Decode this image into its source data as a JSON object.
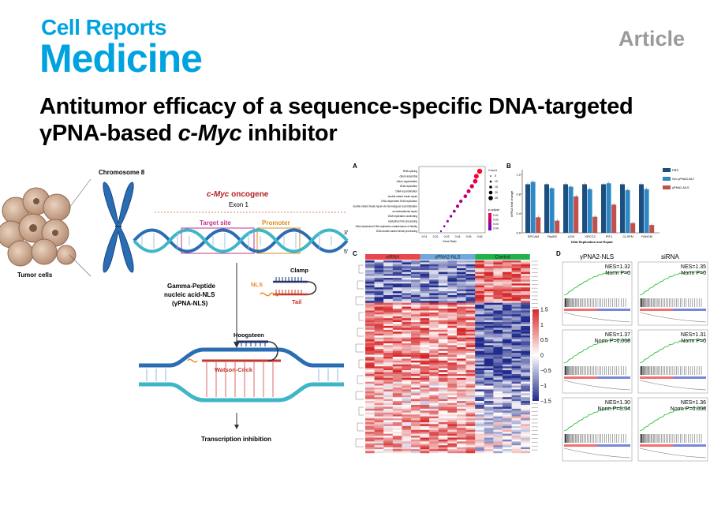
{
  "journal": {
    "line1": "Cell Reports",
    "line2": "Medicine",
    "accent": "#00a3e0"
  },
  "article_type": "Article",
  "title": {
    "part1": "Antitumor efficacy of a sequence-specific DNA-targeted γPNA-based ",
    "gene": "c-Myc",
    "part2": " inhibitor"
  },
  "schematic": {
    "chromosome": "Chromosome 8",
    "oncogene_prefix": "c-Myc",
    "oncogene_suffix": " oncogene",
    "exon": "Exon 1",
    "target_site": "Target site",
    "promoter": "Promoter",
    "strand3": "3'",
    "strand5": "5'",
    "tumor_cells": "Tumor cells",
    "gpna_label_1": "Gamma-Peptide",
    "gpna_label_2": "nucleic acid-NLS",
    "gpna_label_3": "(γPNA-NLS)",
    "nls": "NLS",
    "clamp": "Clamp",
    "tail": "Tail",
    "hoogsteen": "Hoogsteen",
    "watson_crick": "Watson-Crick",
    "transcription": "Transcription inhibition"
  },
  "panels": {
    "a": "A",
    "b": "B",
    "c": "C",
    "d": "D"
  },
  "chart_data": [
    {
      "type": "scatter",
      "panel": "A",
      "xlabel": "Gene Ratio",
      "xticks": [
        "0.01",
        "0.02",
        "0.03",
        "0.04",
        "0.05",
        "0.06"
      ],
      "terms": [
        "RNA splicing",
        "cilium assembly",
        "cilium organization",
        "DNA replication",
        "DNA recombination",
        "double-strand break repair",
        "DNA-dependent DNA replication",
        "double-strand break repair via homologous recombination",
        "recombinational repair",
        "DNA replication unwinding",
        "replication fork processing",
        "DNA-dependent DNA replication maintenance of fidelity",
        "DNA double-strand break processing"
      ],
      "x": [
        0.06,
        0.057,
        0.056,
        0.053,
        0.05,
        0.047,
        0.043,
        0.04,
        0.037,
        0.034,
        0.031,
        0.028,
        0.025
      ],
      "count_legend_title": "Count",
      "count_legend": [
        "5",
        "10",
        "15",
        "20",
        "25"
      ],
      "padj_legend_title": "p.adjust",
      "padj_legend": [
        "0.01",
        "0.02",
        "0.03",
        "0.04"
      ]
    },
    {
      "type": "bar",
      "panel": "B",
      "ylabel": "mRNA fold change",
      "xlabel": "DNA Replication and Repair",
      "yticks": [
        "0.0",
        "0.4",
        "0.8",
        "1.2"
      ],
      "ylim": [
        0,
        1.3
      ],
      "categories": [
        "EPCAM",
        "Rad52",
        "LIG4",
        "XRCC2",
        "PIF1",
        "CLSPN",
        "FANCM"
      ],
      "series": [
        {
          "name": "PBS",
          "color": "#1c4e80",
          "values": [
            1.0,
            1.0,
            1.0,
            1.0,
            1.0,
            1.0,
            1.0
          ]
        },
        {
          "name": "Scr-γPNA3-NLS",
          "color": "#2e88c4",
          "values": [
            1.05,
            0.92,
            0.95,
            0.9,
            1.02,
            0.88,
            0.9
          ]
        },
        {
          "name": "γPNA2-NLS",
          "color": "#c0504d",
          "values": [
            0.32,
            0.25,
            0.75,
            0.33,
            0.58,
            0.2,
            0.16
          ]
        }
      ]
    },
    {
      "type": "heatmap",
      "panel": "C",
      "groups": [
        "siRNA",
        "γPNA2-NLS",
        "Control"
      ],
      "group_colors": [
        "#e8474c",
        "#6fa8dc",
        "#1fb24a"
      ],
      "scale_ticks": [
        "1.5",
        "1",
        "0.5",
        "0",
        "−0.5",
        "−1",
        "−1.5"
      ],
      "scale_range": [
        -1.5,
        1.5
      ]
    },
    {
      "type": "line",
      "panel": "D",
      "column_titles": [
        "γPNA2-NLS",
        "siRNA"
      ],
      "plots": [
        {
          "nes": "NES=1.32",
          "p": "Norm P=0"
        },
        {
          "nes": "NES=1.35",
          "p": "Norm P=0"
        },
        {
          "nes": "NES=1.37",
          "p": "Norm P=0.008"
        },
        {
          "nes": "NES=1.31",
          "p": "Norm P=0"
        },
        {
          "nes": "NES=1.30",
          "p": "Norm P=0.04"
        },
        {
          "nes": "NES=1.36",
          "p": "Norm P=0.008"
        }
      ]
    }
  ]
}
